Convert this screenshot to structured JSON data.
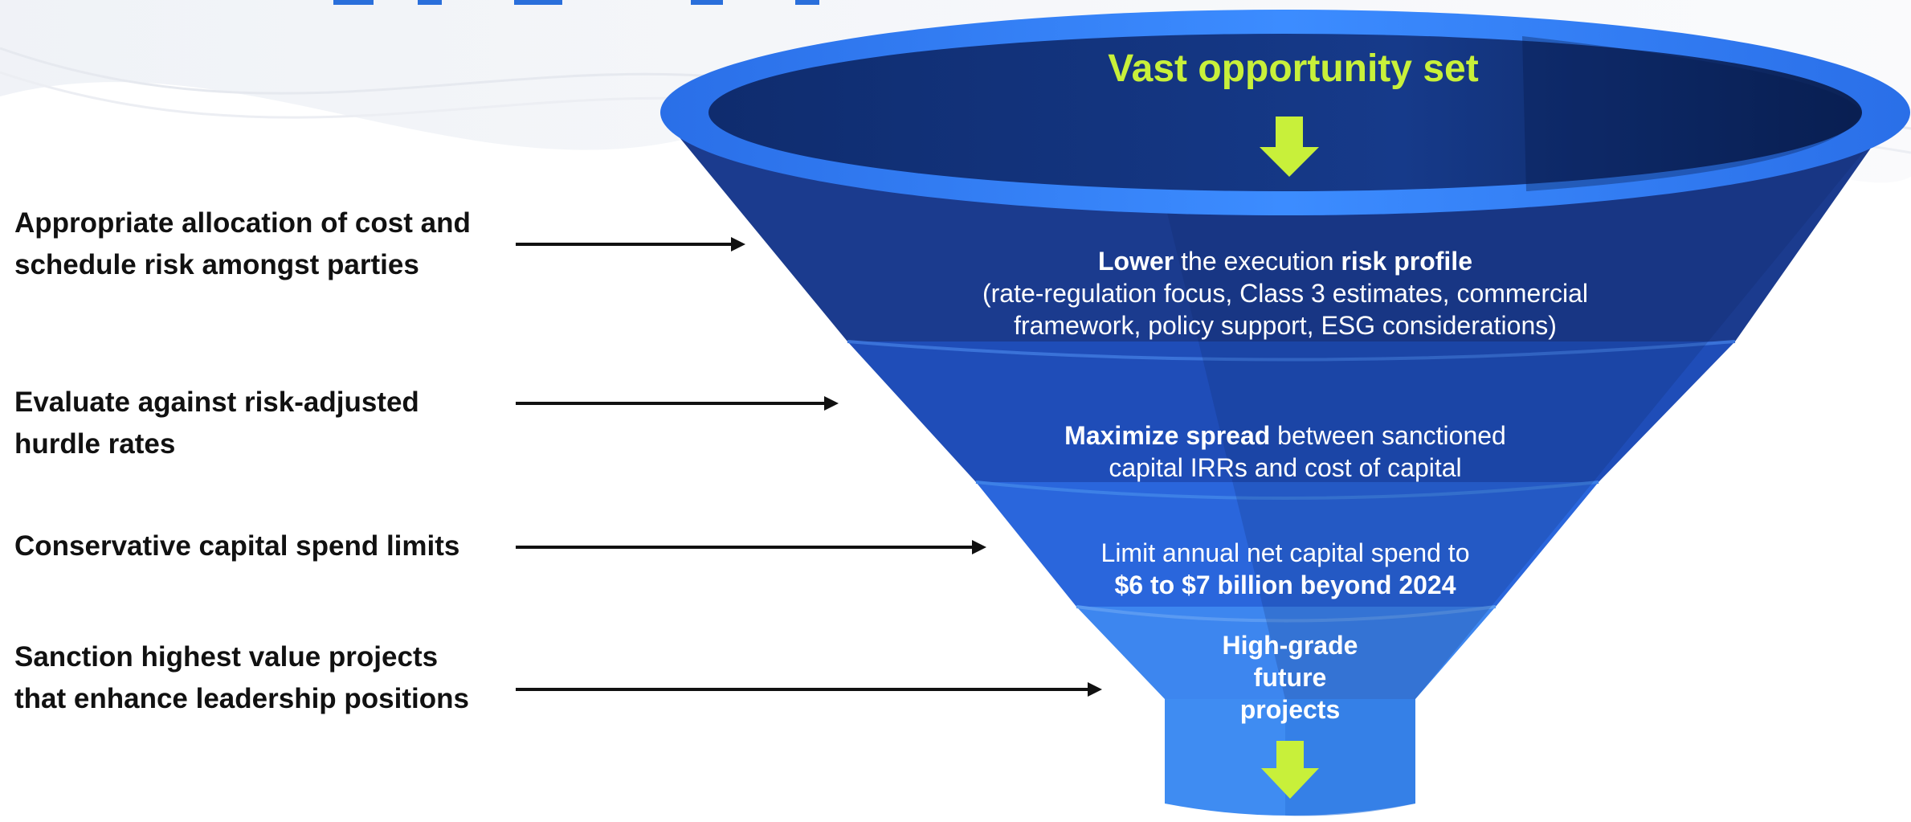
{
  "funnel": {
    "top_label": "Vast opportunity set",
    "stage1": {
      "line1_bold_a": "Lower",
      "line1_a": " the execution ",
      "line1_bold_b": "risk profile",
      "line2": "(rate-regulation focus, Class 3 estimates, commercial",
      "line3": "framework, policy support, ESG considerations)"
    },
    "stage2": {
      "line1_bold": "Maximize spread",
      "line1_rest": " between sanctioned",
      "line2": "capital IRRs and cost of capital"
    },
    "stage3": {
      "line1": "Limit annual net capital spend to",
      "line2_bold": "$6 to $7 billion beyond 2024"
    },
    "stage4": {
      "line1": "High-grade",
      "line2": "future",
      "line3": "projects"
    }
  },
  "criteria": [
    {
      "line1": "Appropriate allocation of cost and",
      "line2": "schedule risk amongst parties"
    },
    {
      "line1": "Evaluate against risk-adjusted",
      "line2": "hurdle rates"
    },
    {
      "line1": "Conservative capital spend limits",
      "line2": ""
    },
    {
      "line1": "Sanction highest value projects",
      "line2": "that enhance leadership positions"
    }
  ],
  "colors": {
    "funnel_dark": "#1a3a8c",
    "funnel_mid": "#2154c4",
    "funnel_light": "#3d8cf0",
    "accent_arrow": "#c8f03a",
    "header_blue": "#2a6fdb"
  }
}
